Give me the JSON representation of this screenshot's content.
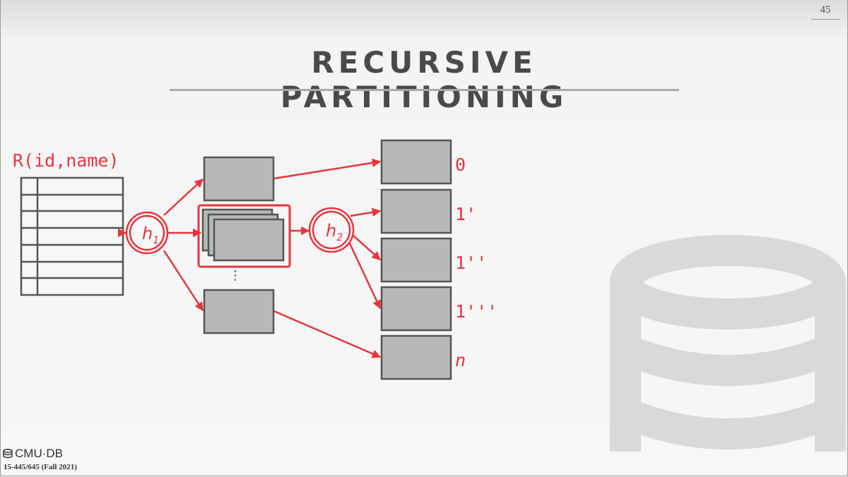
{
  "slide": {
    "page_number": "45",
    "title": "RECURSIVE PARTITIONING",
    "logo_text": "CMU·DB",
    "course": "15-445/645 (Fall 2021)"
  },
  "diagram": {
    "relation_label": "R(id,name)",
    "hash1": {
      "base": "h",
      "sub": "1"
    },
    "hash2": {
      "base": "h",
      "sub": "2"
    },
    "ellipsis": "⋮",
    "output_labels": [
      "0",
      "1'",
      "1''",
      "1'''",
      "n"
    ]
  },
  "colors": {
    "accent": "#e8343b",
    "box_fill": "#b8b8b8",
    "box_stroke": "#555555",
    "title": "#4a4a4a"
  }
}
